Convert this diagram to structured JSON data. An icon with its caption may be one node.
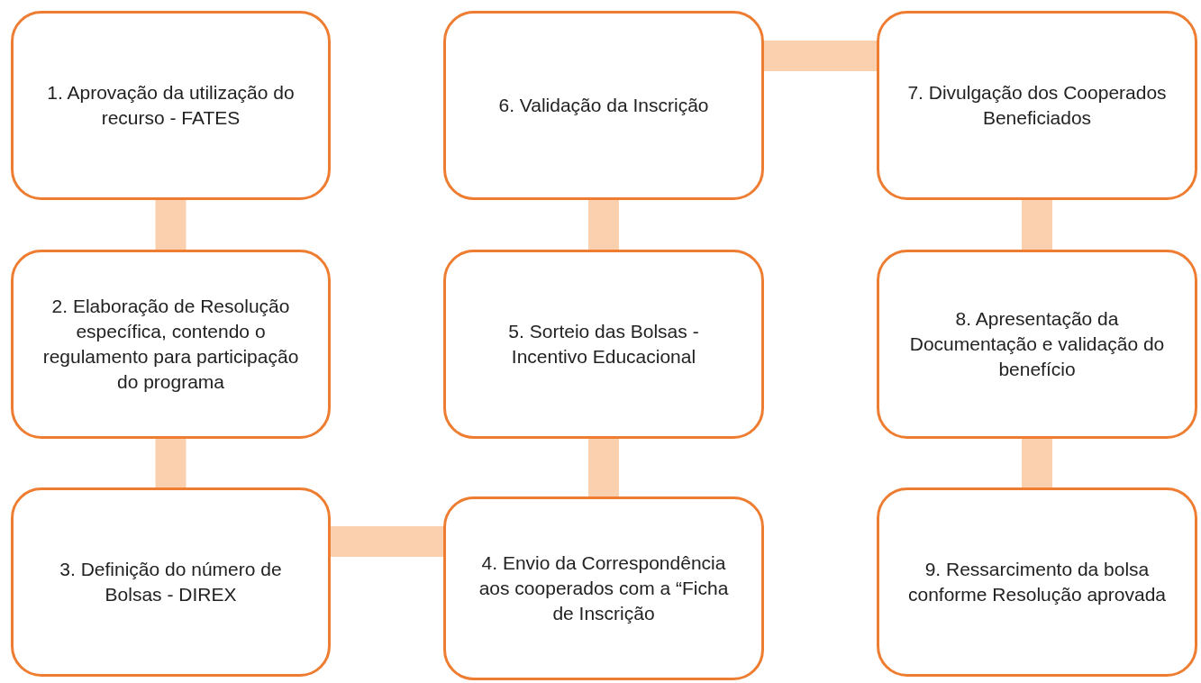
{
  "diagram": {
    "nodes": [
      {
        "text": [
          "1. Aprovação da utilização do recurso - FATES"
        ]
      },
      {
        "text": [
          "2. Elaboração de Resolução específica, contendo o regulamento para participação do programa"
        ]
      },
      {
        "text": [
          "3. Definição do número de Bolsas - DIREX"
        ]
      },
      {
        "text": [
          "4. Envio da Correspondência aos cooperados com a “Ficha de Inscrição"
        ]
      },
      {
        "text": [
          "5. Sorteio das Bolsas - Incentivo Educacional"
        ]
      },
      {
        "text": [
          "6. Validação da Inscrição"
        ]
      },
      {
        "text": [
          "7. Divulgação dos Cooperados Beneficiados"
        ]
      },
      {
        "text": [
          "8. Apresentação da Documentação e validação do benefício"
        ]
      },
      {
        "text": [
          "9. Ressarcimento da bolsa conforme Resolução aprovada"
        ]
      }
    ],
    "edges": [
      {
        "from": 0,
        "to": 1,
        "arrow": "none"
      },
      {
        "from": 1,
        "to": 2,
        "arrow": "none"
      },
      {
        "from": 2,
        "to": 3,
        "arrow": "none"
      },
      {
        "from": 3,
        "to": 4,
        "arrow": "none"
      },
      {
        "from": 4,
        "to": 5,
        "arrow": "none"
      },
      {
        "from": 5,
        "to": 6,
        "arrow": "none"
      },
      {
        "from": 6,
        "to": 7,
        "arrow": "none"
      },
      {
        "from": 7,
        "to": 8,
        "arrow": "none"
      }
    ]
  }
}
